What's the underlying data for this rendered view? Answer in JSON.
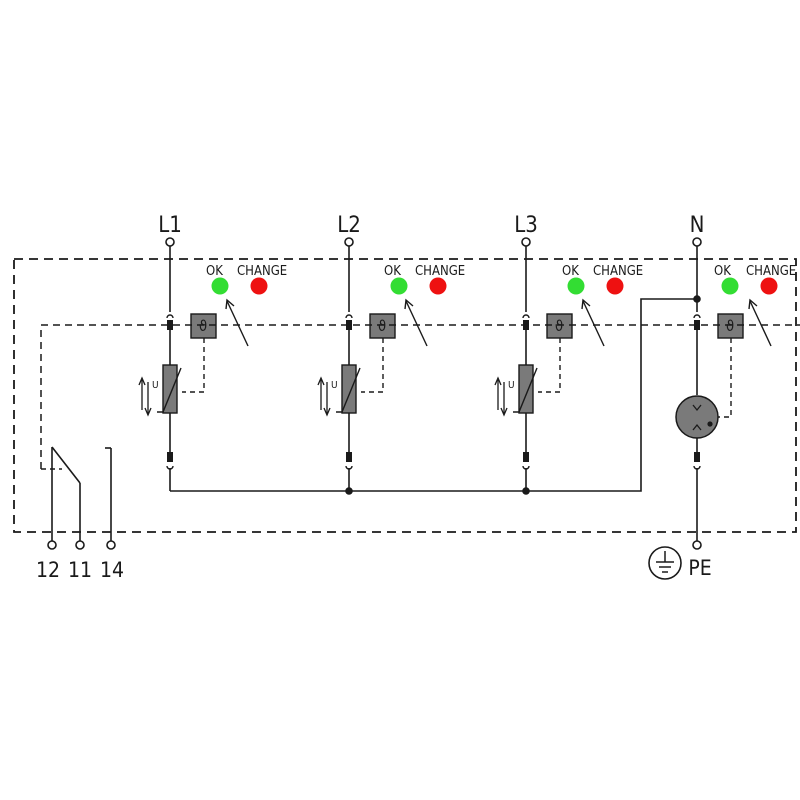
{
  "lines": [
    {
      "id": "L1",
      "label": "L1"
    },
    {
      "id": "L2",
      "label": "L2"
    },
    {
      "id": "L3",
      "label": "L3"
    },
    {
      "id": "N",
      "label": "N"
    }
  ],
  "indicators": {
    "ok_label": "OK",
    "change_label": "CHANGE",
    "ok_color": "#33dd33",
    "change_color": "#ee1111"
  },
  "thermal_symbol": "ϑ",
  "varistor_label": "U",
  "relay_terminals": [
    "12",
    "11",
    "14"
  ],
  "pe_label": "PE",
  "colors": {
    "line": "#1a1a1a",
    "component_fill": "#7a7a7a",
    "dash": "#1a1a1a"
  }
}
